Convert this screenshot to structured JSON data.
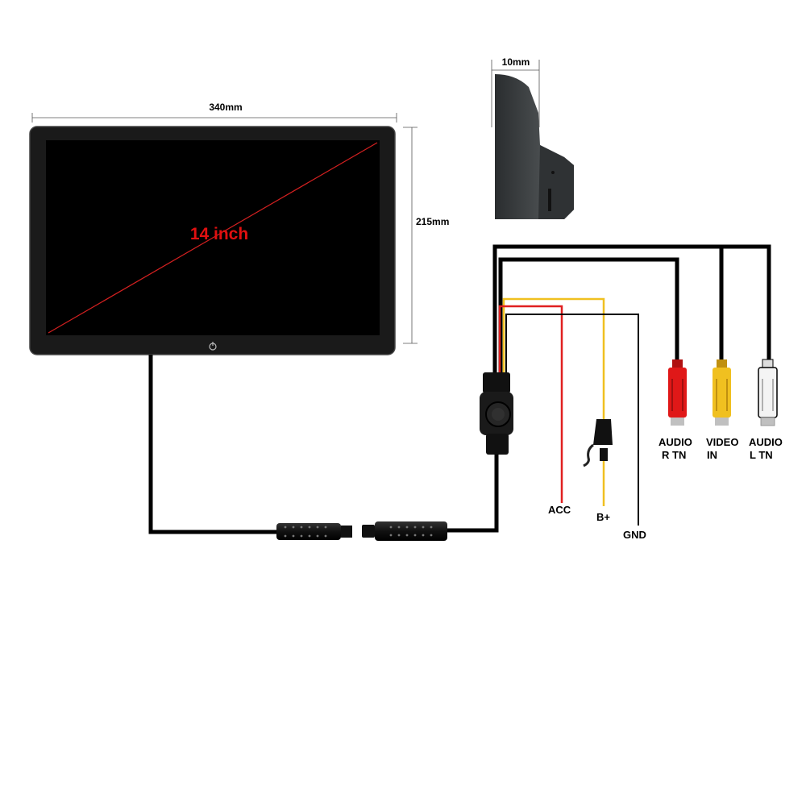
{
  "monitor": {
    "width_label": "340mm",
    "height_label": "215mm",
    "size_label": "14 inch"
  },
  "side_view": {
    "thickness_label": "10mm"
  },
  "wires": {
    "acc": "ACC",
    "b_plus": "B+",
    "gnd": "GND"
  },
  "rca": {
    "audio_r": {
      "line1": "AUDIO",
      "line2": "R TN"
    },
    "video": {
      "line1": "VIDEO",
      "line2": "IN"
    },
    "audio_l": {
      "line1": "AUDIO",
      "line2": "L TN"
    }
  },
  "colors": {
    "background": "#ffffff",
    "screen": "#000000",
    "bezel": "#1a1a1a",
    "diagonal": "#d42020",
    "size_text": "#e01010",
    "cable": "#000000",
    "acc_wire": "#e02020",
    "b_plus_wire": "#f0c020",
    "gnd_wire": "#000000",
    "rca_red": "#e01818",
    "rca_yellow": "#f0c020",
    "rca_white": "#f4f4f4"
  }
}
